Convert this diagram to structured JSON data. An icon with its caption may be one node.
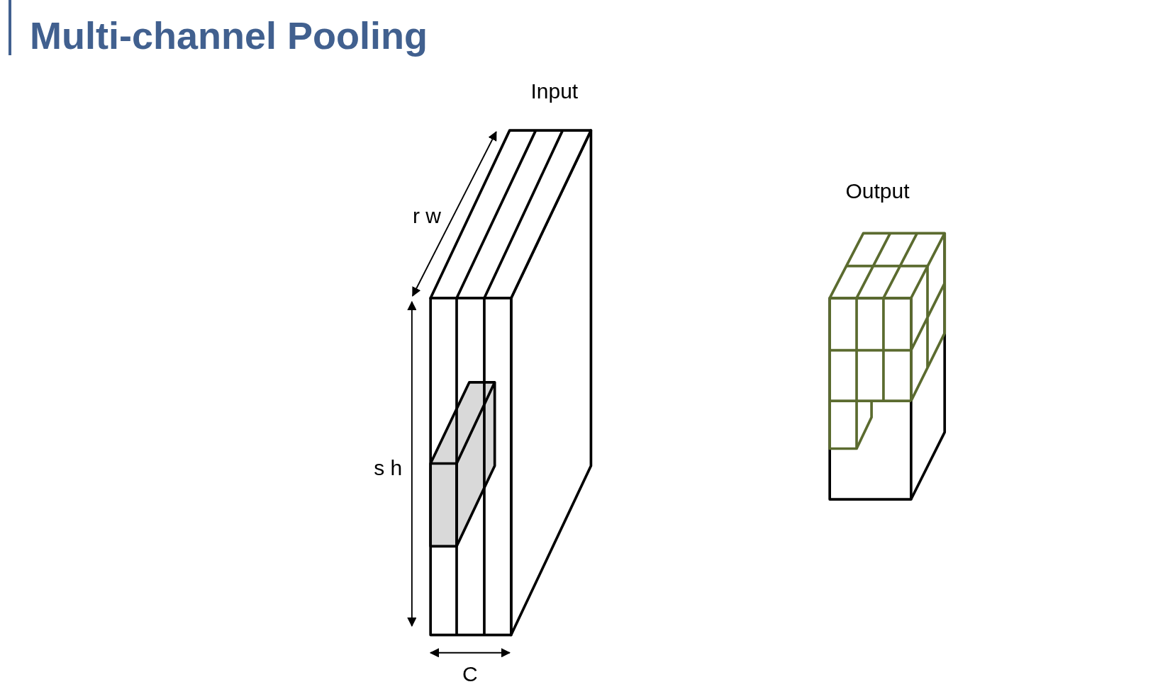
{
  "diagram": {
    "title": "Multi-channel Pooling",
    "labels": [
      "Input",
      "Output",
      "r w",
      "s h",
      "C"
    ]
  }
}
